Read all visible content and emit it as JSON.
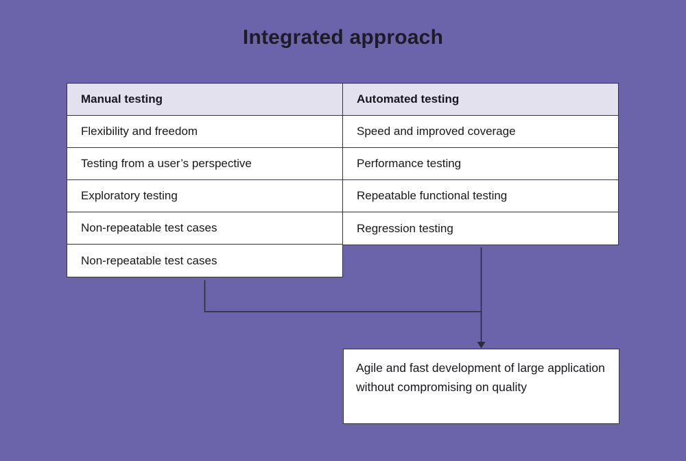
{
  "title": "Integrated approach",
  "table": {
    "left": {
      "header": "Manual testing",
      "cells": [
        "Flexibility and freedom",
        "Testing from a user’s perspective",
        "Exploratory testing",
        "Non-repeatable test cases",
        "Non-repeatable test cases"
      ]
    },
    "right": {
      "header": "Automated testing",
      "cells": [
        "Speed and improved coverage",
        "Performance testing",
        "Repeatable functional testing",
        "Regression testing"
      ]
    }
  },
  "result_box": {
    "text": "Agile and fast development of large application without compromising on quality"
  },
  "colors": {
    "background": "#6C64AB",
    "header_bg": "#E2E1ED",
    "cell_bg": "#FFFFFF",
    "border": "#33333D",
    "line": "#2B2B33",
    "text": "#17171C"
  }
}
